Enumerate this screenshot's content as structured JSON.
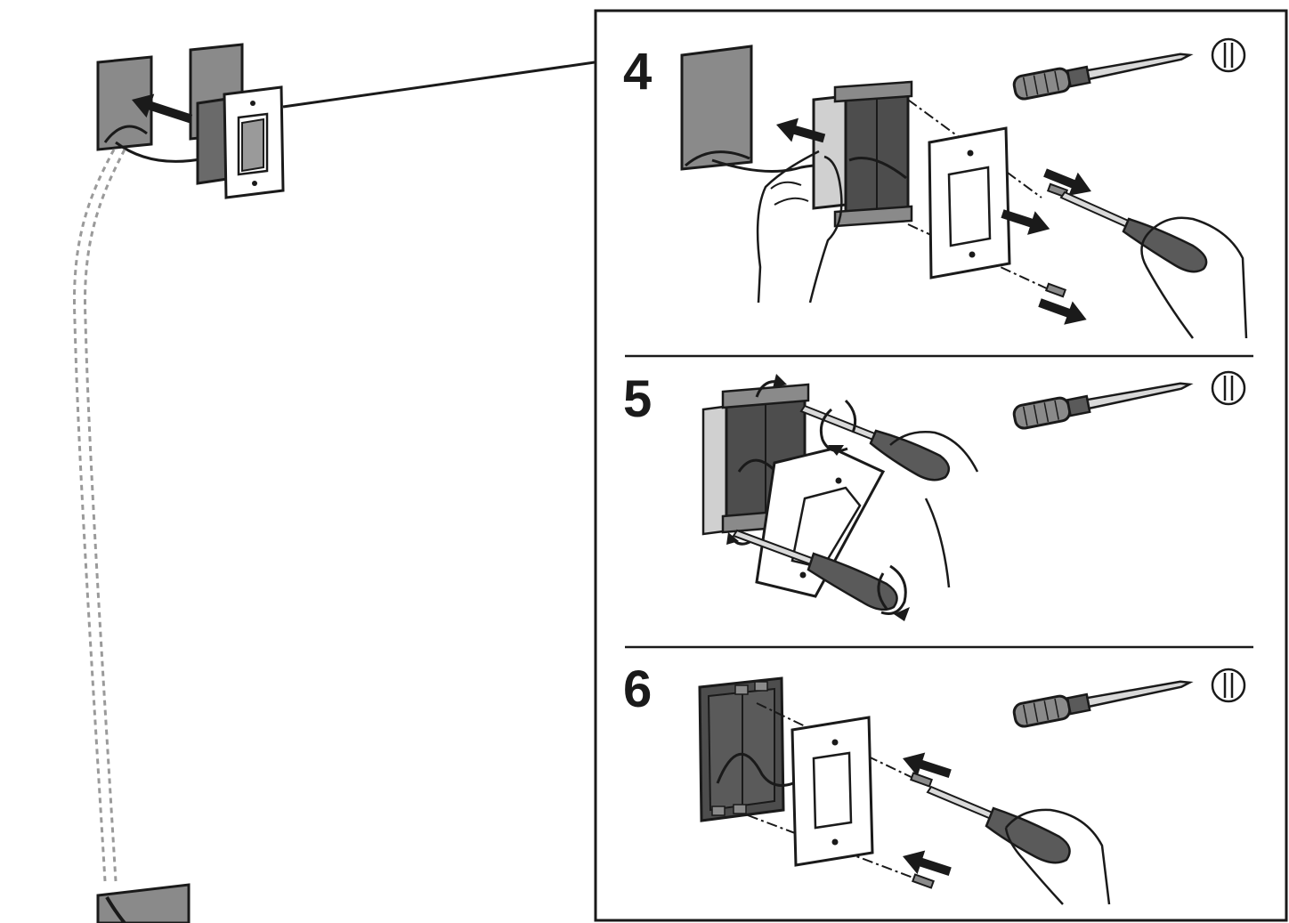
{
  "steps": [
    {
      "number": "4"
    },
    {
      "number": "5"
    },
    {
      "number": "6"
    }
  ],
  "icons": {
    "tool": "screwdriver-icon",
    "tip": "flathead-slot-icon"
  },
  "colors": {
    "line": "#1a1a1a",
    "wall": "#8a8a8a",
    "box": "#4d4d4d",
    "plate": "#ffffff",
    "background": "#ffffff"
  }
}
